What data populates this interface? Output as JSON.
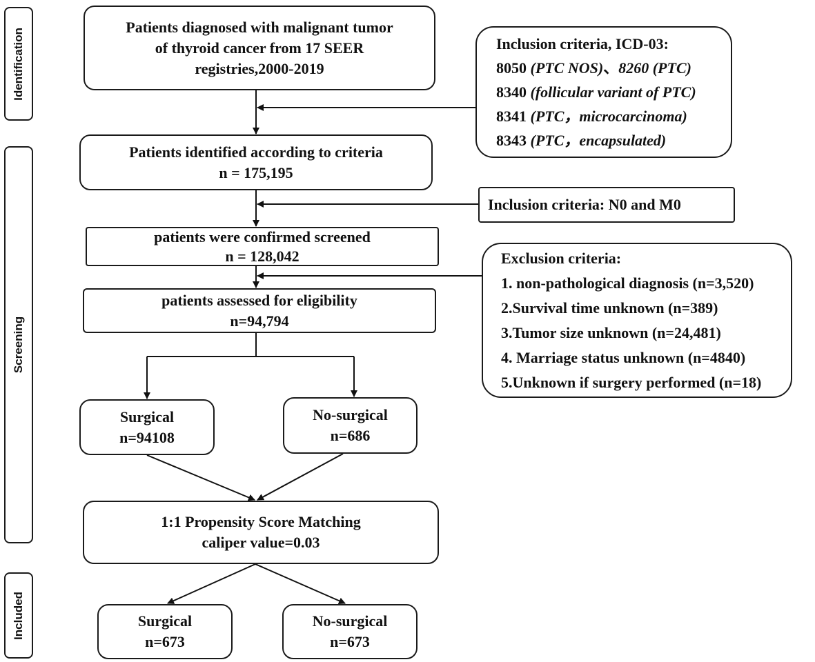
{
  "stages": {
    "identification": "Identification",
    "screening": "Screening",
    "included": "Included"
  },
  "nodes": {
    "diagnosed": [
      "Patients diagnosed with malignant tumor",
      "of thyroid cancer from 17 SEER",
      "registries,2000-2019"
    ],
    "identified": [
      "Patients identified according to criteria",
      "n = 175,195"
    ],
    "confirmed": [
      "patients were confirmed screened",
      "n = 128,042"
    ],
    "assessed": [
      "patients assessed for eligibility",
      "n=94,794"
    ],
    "surgical_pre": [
      "Surgical",
      "n=94108"
    ],
    "nonsurgical_pre": [
      "No-surgical",
      "n=686"
    ],
    "psm": [
      "1:1 Propensity Score Matching",
      "caliper value=0.03"
    ],
    "surgical_post": [
      "Surgical",
      "n=673"
    ],
    "nonsurgical_post": [
      "No-surgical",
      "n=673"
    ]
  },
  "side_boxes": {
    "icd": {
      "title": "Inclusion criteria, ICD-03:",
      "rows": [
        [
          {
            "t": "8050 ",
            "i": false
          },
          {
            "t": "(PTC NOS)",
            "i": true
          },
          {
            "t": "、",
            "i": false
          },
          {
            "t": "8260 (PTC)",
            "i": true
          }
        ],
        [
          {
            "t": "8340 ",
            "i": false
          },
          {
            "t": "(follicular variant of PTC)",
            "i": true
          }
        ],
        [
          {
            "t": "8341 ",
            "i": false
          },
          {
            "t": "(PTC，microcarcinoma)",
            "i": true
          }
        ],
        [
          {
            "t": "8343 ",
            "i": false
          },
          {
            "t": "(PTC，encapsulated)",
            "i": true
          }
        ]
      ]
    },
    "n0m0": "Inclusion criteria:  N0 and M0",
    "exclusion": {
      "title": "Exclusion criteria:",
      "items": [
        "1. non-pathological diagnosis (n=3,520)",
        "2.Survival time unknown (n=389)",
        "3.Tumor size unknown (n=24,481)",
        "4. Marriage status unknown (n=4840)",
        "5.Unknown if surgery performed (n=18)"
      ]
    }
  }
}
